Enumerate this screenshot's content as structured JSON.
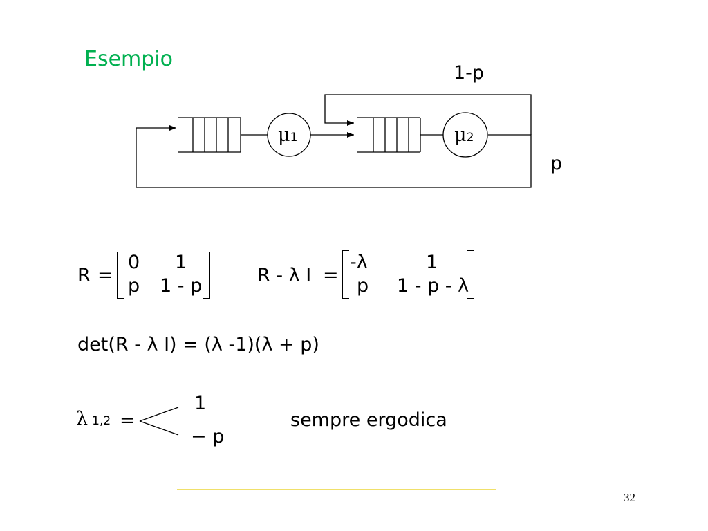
{
  "slide": {
    "title": "Esempio",
    "page_number": "32",
    "title_color": "#00b050",
    "rule_color": "#f0e06a"
  },
  "diagram": {
    "feedback_top_label": "1-p",
    "exit_label": "p",
    "server1": {
      "symbol": "μ",
      "subscript": "1"
    },
    "server2": {
      "symbol": "μ",
      "subscript": "2"
    }
  },
  "equations": {
    "R": {
      "lhs": "R",
      "eq": "=",
      "rows": [
        [
          "0",
          "1"
        ],
        [
          "p",
          "1 - p"
        ]
      ]
    },
    "R_minus_lambda_I": {
      "lhs": "R - λ I",
      "eq": "=",
      "rows": [
        [
          "-λ",
          "1"
        ],
        [
          "p",
          "1 - p - λ"
        ]
      ]
    },
    "determinant": "det(R - λ  I) = (λ  -1)(λ  + p)",
    "eigen": {
      "lhs_symbol": "λ",
      "lhs_subscript": "1,2",
      "eq": "=",
      "branch_top": "1",
      "branch_bottom": "− p"
    },
    "note": "sempre ergodica"
  }
}
